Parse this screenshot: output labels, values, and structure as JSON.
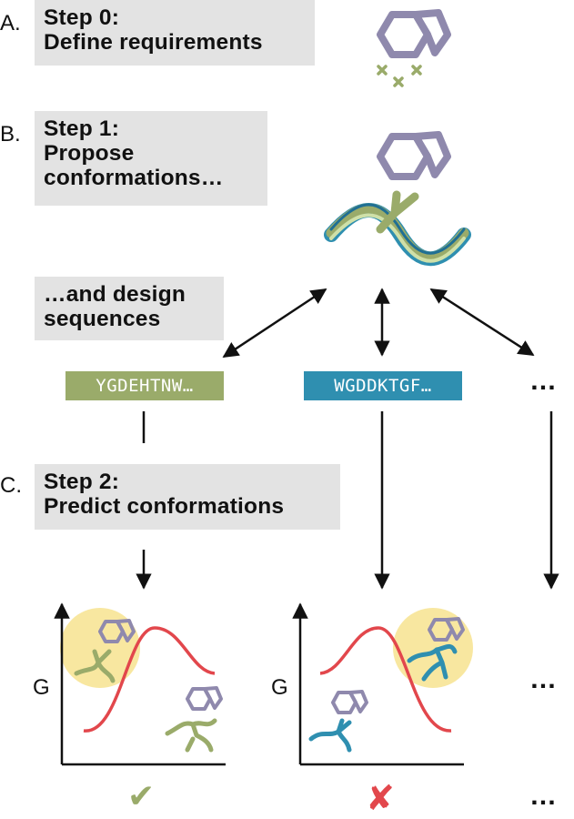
{
  "labels": {
    "a": "A.",
    "b": "B.",
    "c": "C."
  },
  "steps": {
    "step0": {
      "line1": "Step 0:",
      "line2": "Define requirements"
    },
    "step1": {
      "line1": "Step 1:",
      "line2": "Propose",
      "line3": "conformations…"
    },
    "design": {
      "line1": "…and design",
      "line2": "sequences"
    },
    "step2": {
      "line1": "Step 2:",
      "line2": "Predict conformations"
    }
  },
  "sequences": {
    "seq1": "YGDEHTNW…",
    "seq2": "WGDDKTGF…"
  },
  "ellipsis": "…",
  "axis": {
    "ylabel_left": "G",
    "ylabel_right": "G"
  },
  "results": {
    "pass": "✔",
    "fail": "✘"
  },
  "colors": {
    "ligand": "#8f89ad",
    "olive": "#9aab6a",
    "blue": "#2f8fb0",
    "curve": "#e2474c",
    "highlight": "#f8e7a0",
    "stepbox": "#e3e3e3"
  }
}
